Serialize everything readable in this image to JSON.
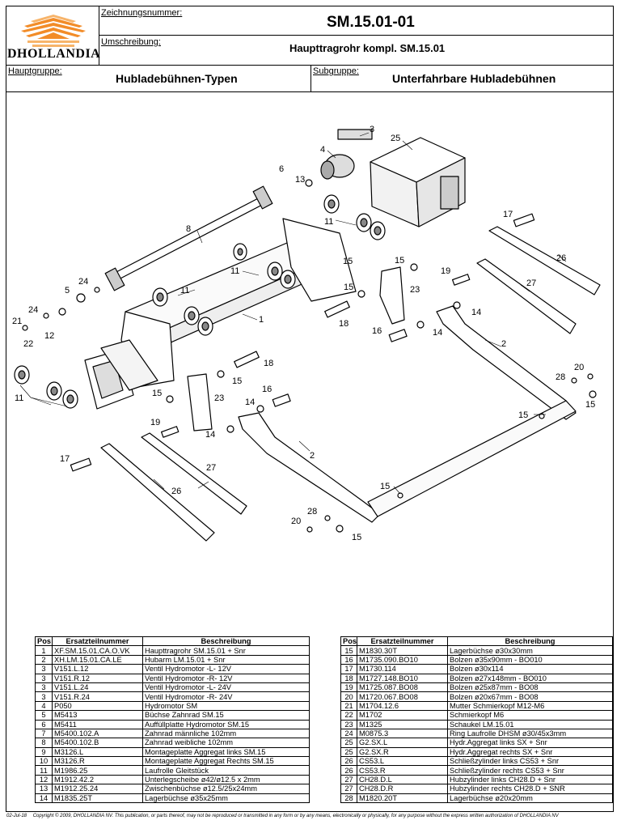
{
  "header": {
    "drawing_number_label": "Zeichnungsnummer:",
    "drawing_number": "SM.15.01-01",
    "description_label": "Umschreibung:",
    "description": "Haupttragrohr kompl. SM.15.01",
    "main_group_label": "Hauptgruppe:",
    "main_group": "Hubladebühnen-Typen",
    "sub_group_label": "Subgruppe:",
    "sub_group": "Unterfahrbare Hubladebühnen",
    "logo_text": "DHOLLANDIA"
  },
  "colors": {
    "logo_orange": "#f28c28",
    "logo_orange_light": "#f7b46a"
  },
  "diagram": {
    "callouts": [
      "3",
      "25",
      "4",
      "6",
      "13",
      "8",
      "11",
      "17",
      "26",
      "11",
      "15",
      "19",
      "27",
      "24",
      "5",
      "15",
      "23",
      "11",
      "1",
      "14",
      "24",
      "21",
      "12",
      "22",
      "18",
      "16",
      "14",
      "2",
      "15",
      "11",
      "18",
      "16",
      "15",
      "23",
      "14",
      "28",
      "20",
      "15",
      "15",
      "19",
      "14",
      "2",
      "17",
      "27",
      "26",
      "15",
      "28",
      "20",
      "15"
    ]
  },
  "parts_table": {
    "headers": [
      "Pos",
      "Ersatzteilnummer",
      "Beschreibung"
    ],
    "left": [
      {
        "pos": "1",
        "part": "XF.SM.15.01.CA.O.VK",
        "desc": "Haupttragrohr SM.15.01 + Snr"
      },
      {
        "pos": "2",
        "part": "XH.LM.15.01.CA.LE",
        "desc": "Hubarm LM.15.01 + Snr"
      },
      {
        "pos": "3",
        "part": "V151.L.12",
        "desc": "Ventil Hydromotor -L- 12V"
      },
      {
        "pos": "3",
        "part": "V151.R.12",
        "desc": "Ventil Hydromotor -R- 12V"
      },
      {
        "pos": "3",
        "part": "V151.L.24",
        "desc": "Ventil Hydromotor -L- 24V"
      },
      {
        "pos": "3",
        "part": "V151.R.24",
        "desc": "Ventil Hydromotor -R- 24V"
      },
      {
        "pos": "4",
        "part": "P050",
        "desc": "Hydromotor SM"
      },
      {
        "pos": "5",
        "part": "M5413",
        "desc": "Büchse Zahnrad SM.15"
      },
      {
        "pos": "6",
        "part": "M5411",
        "desc": "Auffüllplatte Hydromotor SM.15"
      },
      {
        "pos": "7",
        "part": "M5400.102.A",
        "desc": "Zahnrad männliche 102mm"
      },
      {
        "pos": "8",
        "part": "M5400.102.B",
        "desc": "Zahnrad weibliche 102mm"
      },
      {
        "pos": "9",
        "part": "M3126.L",
        "desc": "Montageplatte Aggregat links SM.15"
      },
      {
        "pos": "10",
        "part": "M3126.R",
        "desc": "Montageplatte Aggregat Rechts SM.15"
      },
      {
        "pos": "11",
        "part": "M1986.25",
        "desc": "Laufrolle Gleitstück"
      },
      {
        "pos": "12",
        "part": "M1912.42.2",
        "desc": "Unterlegscheibe ø42/ø12.5 x 2mm"
      },
      {
        "pos": "13",
        "part": "M1912.25.24",
        "desc": "Zwischenbüchse ø12.5/25x24mm"
      },
      {
        "pos": "14",
        "part": "M1835.25T",
        "desc": "Lagerbüchse ø35x25mm"
      }
    ],
    "right": [
      {
        "pos": "15",
        "part": "M1830.30T",
        "desc": "Lagerbüchse ø30x30mm"
      },
      {
        "pos": "16",
        "part": "M1735.090.BO10",
        "desc": "Bolzen ø35x90mm - BO010"
      },
      {
        "pos": "17",
        "part": "M1730.114",
        "desc": "Bolzen ø30x114"
      },
      {
        "pos": "18",
        "part": "M1727.148.BO10",
        "desc": "Bolzen ø27x148mm - BO010"
      },
      {
        "pos": "19",
        "part": "M1725.087.BO08",
        "desc": "Bolzen ø25x87mm - BO08"
      },
      {
        "pos": "20",
        "part": "M1720.067.BO08",
        "desc": "Bolzen ø20x67mm - BO08"
      },
      {
        "pos": "21",
        "part": "M1704.12.6",
        "desc": "Mutter Schmierkopf M12-M6"
      },
      {
        "pos": "22",
        "part": "M1702",
        "desc": "Schmierkopf M6"
      },
      {
        "pos": "23",
        "part": "M1325",
        "desc": "Schaukel LM.15.01"
      },
      {
        "pos": "24",
        "part": "M0875.3",
        "desc": "Ring Laufrolle DHSM ø30/45x3mm"
      },
      {
        "pos": "25",
        "part": "G2.SX.L",
        "desc": "Hydr.Aggregat links SX + Snr"
      },
      {
        "pos": "25",
        "part": "G2.SX.R",
        "desc": "Hydr.Aggregat rechts SX + Snr"
      },
      {
        "pos": "26",
        "part": "CS53.L",
        "desc": "Schließzylinder links CS53 + Snr"
      },
      {
        "pos": "26",
        "part": "CS53.R",
        "desc": "Schließzylinder rechts CS53 + Snr"
      },
      {
        "pos": "27",
        "part": "CH28.D.L",
        "desc": "Hubzylinder links CH28.D + Snr"
      },
      {
        "pos": "27",
        "part": "CH28.D.R",
        "desc": "Hubzylinder rechts CH28.D + SNR"
      },
      {
        "pos": "28",
        "part": "M1820.20T",
        "desc": "Lagerbüchse ø20x20mm"
      }
    ]
  },
  "footer": {
    "date": "02-Jul-18",
    "copyright": "Copyright © 2009, DHOLLANDIA NV. This publication, or parts thereof, may not be reproduced or transmitted in any form or by any means, electronically or physically, for any purpose without the express written authorization of  DHOLLANDIA NV"
  }
}
